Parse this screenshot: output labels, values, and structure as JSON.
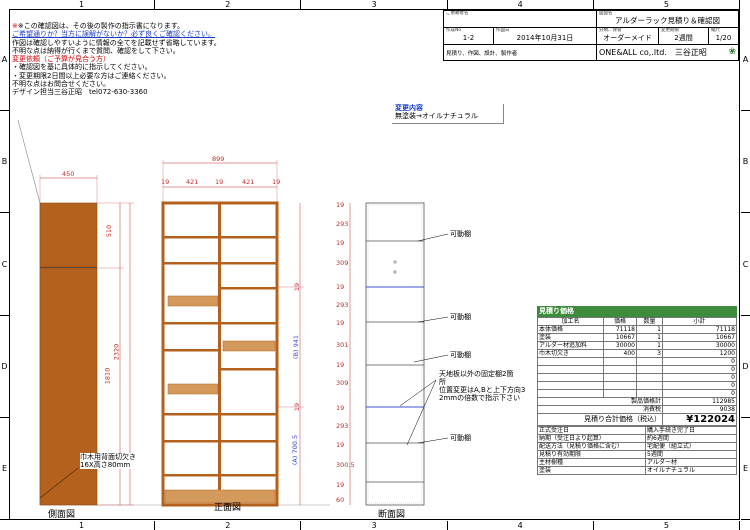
{
  "ruler": {
    "columns": [
      "1",
      "2",
      "3",
      "4",
      "5"
    ],
    "rows": [
      "A",
      "B",
      "C",
      "D",
      "E"
    ]
  },
  "notes": {
    "line1": "※この確認図は、その後の製作の指示書になります。",
    "line2": "ご希望通りか？当方に誤解がないか？必ず良くご確認ください。",
    "line3": "作図は確認しやすいように情報の全てを記載せず省略しています。",
    "line4": "不明な点は納得が行くまで質問、確認をして下さい。",
    "line5": "変更依頼（ご予算が見合う方）",
    "line6": "・確認図を基に具体的に指示してください。",
    "line7": "・変更期限2日間以上必要な方はご連絡ください。",
    "line8": "不明な点はお問合せください。",
    "line9": "デザイン担当三谷正昭　tel072-630-3360"
  },
  "title_block": {
    "client_label": "ご依頼者名",
    "client_value": "",
    "drawing_label": "図面名",
    "drawing_value": "アルダーラック見積り＆確認図",
    "number_label": "作成No",
    "number_value": "1-2",
    "date_label": "作図日",
    "date_value": "2014年10月31日",
    "category_label": "分類、保管",
    "category_value": "オーダーメイド",
    "period_label": "変更期限",
    "period_value": "2週間",
    "scale_label": "縮尺",
    "scale_value": "1/20",
    "maker_label": "見積り、作図、設計、製作者",
    "maker_value": "ONE&ALL co,.ltd.　三谷正昭"
  },
  "change": {
    "title": "変更内容",
    "text": "無塗装→オイルナチュラル"
  },
  "dims": {
    "side_width": "450",
    "side_upper": "510",
    "side_total": "2320",
    "side_lower": "1810",
    "front_width": "899",
    "front_parts": [
      "19",
      "421",
      "19",
      "421",
      "19"
    ],
    "front_b": "(B) 941",
    "front_a": "(A) 700.5",
    "front_19a": "19",
    "front_19b": "19",
    "section_values": [
      "19",
      "293",
      "19",
      "309",
      "19",
      "293",
      "19",
      "301",
      "19",
      "309",
      "19",
      "293",
      "19",
      "300.5",
      "19",
      "60"
    ]
  },
  "callouts": {
    "movable1": "可動棚",
    "movable2": "可動棚",
    "movable3": "可動棚",
    "movable4": "可動棚",
    "fixed_note1": "天地板以外の固定棚2箇",
    "fixed_note2": "所",
    "fixed_note3": "位置変更はA,Bと上下方向3",
    "fixed_note4": "2mmの倍数で指示下さい",
    "wiring1": "巾木用背面切欠き",
    "wiring2": "16X高さ80mm"
  },
  "views": {
    "side": "側面図",
    "front": "正面図",
    "section": "断面図"
  },
  "estimate": {
    "title": "見積り価格",
    "headers": [
      "加工名",
      "価格",
      "数量",
      "小計"
    ],
    "rows": [
      [
        "本体価格",
        "71118",
        "1",
        "71118"
      ],
      [
        "塗装",
        "10667",
        "1",
        "10667"
      ],
      [
        "アルダー材追加料",
        "30000",
        "1",
        "30000"
      ],
      [
        "巾木切欠き",
        "400",
        "3",
        "1200"
      ],
      [
        "",
        "",
        "",
        "0"
      ],
      [
        "",
        "",
        "",
        "0"
      ],
      [
        "",
        "",
        "",
        "0"
      ],
      [
        "",
        "",
        "",
        "0"
      ],
      [
        "",
        "",
        "",
        "0"
      ]
    ],
    "subtotal_label": "製品価格計",
    "subtotal_value": "112985",
    "tax_label": "消費税",
    "tax_value": "9038",
    "total_label": "見積り合計価格（税込）",
    "total_value": "¥122024",
    "info": [
      [
        "正式受注日",
        "購入手続き完了日"
      ],
      [
        "納期（受注日より起算）",
        "約6週間"
      ],
      [
        "配送方法（見積り価格に含む）",
        "宅配便（組立式）"
      ],
      [
        "見積り有効期限",
        "5週間"
      ],
      [
        "主材樹種",
        "アルダー材"
      ],
      [
        "塗装",
        "オイルナチュラル"
      ]
    ]
  },
  "colors": {
    "wood_dark": "#b5611e",
    "wood_light": "#d49a5c",
    "estimate_header": "#3c8c3c",
    "dim_red": "#c0302b",
    "dim_blue": "#4050d0"
  }
}
